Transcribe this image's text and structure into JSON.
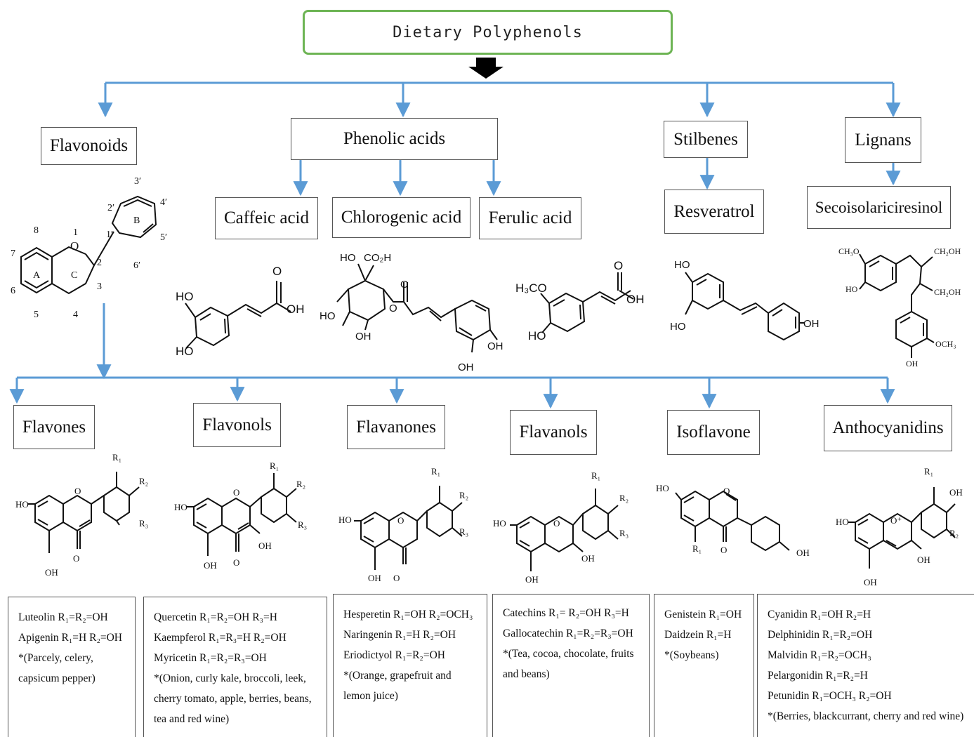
{
  "root": {
    "label": "Dietary Polyphenols"
  },
  "categories": {
    "flavonoids": "Flavonoids",
    "phenolic_acids": "Phenolic acids",
    "stilbenes": "Stilbenes",
    "lignans": "Lignans"
  },
  "compounds": {
    "caffeic": "Caffeic acid",
    "chlorogenic": "Chlorogenic acid",
    "ferulic": "Ferulic acid",
    "resveratrol": "Resveratrol",
    "secoisolariciresinol": "Secoisolariciresinol"
  },
  "flavonoid_subclasses": {
    "flavones": "Flavones",
    "flavonols": "Flavonols",
    "flavanones": "Flavanones",
    "flavanols": "Flavanols",
    "isoflavone": "Isoflavone",
    "anthocyanidins": "Anthocyanidins"
  },
  "structure_labels": {
    "flavonoid_core": {
      "ring_a": "A",
      "ring_b": "B",
      "ring_c": "C",
      "oxygen": "O",
      "pos_1": "1",
      "pos_2": "2",
      "pos_3": "3",
      "pos_4": "4",
      "pos_5": "5",
      "pos_6": "6",
      "pos_7": "7",
      "pos_8": "8",
      "pos_1p": "1′",
      "pos_2p": "2′",
      "pos_3p": "3′",
      "pos_4p": "4′",
      "pos_5p": "5′",
      "pos_6p": "6′"
    },
    "caffeic": {
      "ho_top": "HO",
      "ho_bottom": "HO",
      "o": "O",
      "oh": "OH"
    },
    "chlorogenic": {
      "ho": "HO",
      "co2h": "CO₂H",
      "ho_left": "HO",
      "oh_mid": "OH",
      "o": "O",
      "o_carbonyl": "O",
      "oh_right": "OH",
      "oh_bottom": "OH"
    },
    "ferulic": {
      "h3co": "H₃CO",
      "ho": "HO",
      "o": "O",
      "oh": "OH"
    },
    "resveratrol": {
      "ho_top": "HO",
      "ho_bottom": "HO",
      "oh": "OH"
    },
    "secoisolariciresinol": {
      "ch3o": "CH₃O",
      "ho": "HO",
      "ch2oh_1": "CH₂OH",
      "ch2oh_2": "CH₂OH",
      "och3": "OCH₃",
      "oh": "OH"
    },
    "flavone": {
      "ho": "HO",
      "oh": "OH",
      "o_ring": "O",
      "o_keto": "O",
      "r1": "R₁",
      "r2": "R₂",
      "r3": "R₃"
    },
    "flavonol": {
      "ho": "HO",
      "oh": "OH",
      "oh3": "OH",
      "o_ring": "O",
      "o_keto": "O",
      "r1": "R₁",
      "r2": "R₂",
      "r3": "R₃"
    },
    "flavanone": {
      "ho": "HO",
      "oh": "OH",
      "o_ring": "O",
      "o_keto": "O",
      "r1": "R₁",
      "r2": "R₂",
      "r3": "R₃"
    },
    "flavanol": {
      "ho": "HO",
      "oh": "OH",
      "oh3": "OH",
      "o_ring": "O",
      "r1": "R₁",
      "r2": "R₂",
      "r3": "R₃"
    },
    "isoflavone": {
      "ho": "HO",
      "o_ring": "O",
      "o_keto": "O",
      "oh": "OH",
      "r1": "R₁"
    },
    "anthocyanidin": {
      "ho": "HO",
      "oh": "OH",
      "oh3": "OH",
      "o_plus": "O⁺",
      "oh_b": "OH",
      "r1": "R₁",
      "r2": "R₂"
    }
  },
  "notes": {
    "flavones": [
      "Luteolin R₁=R₂=OH",
      "Apigenin R₁=H R₂=OH",
      "  *(Parcely, celery,",
      "capsicum pepper)"
    ],
    "flavonols": [
      "Quercetin R₁=R₂=OH R₃=H",
      "Kaempferol R₁=R₃=H R₂=OH",
      "Myricetin R₁=R₂=R₃=OH",
      "*(Onion, curly kale, broccoli, leek,",
      "cherry tomato, apple, berries, beans,",
      " tea and red wine)"
    ],
    "flavanones": [
      "Hesperetin R₁=OH R₂=OCH₃",
      "Naringenin R₁=H R₂=OH",
      "Eriodictyol R₁=R₂=OH",
      "*(Orange, grapefruit and",
      "lemon juice)"
    ],
    "flavanols": [
      "Catechins R₁= R₂=OH R₃=H",
      "Gallocatechin R₁=R₂=R₃=OH",
      "*(Tea, cocoa, chocolate, fruits",
      " and beans)"
    ],
    "isoflavone": [
      "Genistein R₁=OH",
      "Daidzein R₁=H",
      "*(Soybeans)"
    ],
    "anthocyanidins": [
      "Cyanidin R₁=OH R₂=H",
      "Delphinidin R₁=R₂=OH",
      "Malvidin R₁=R₂=OCH₃",
      "Pelargonidin R₁=R₂=H",
      "Petunidin R₁=OCH₃ R₂=OH",
      "*(Berries, blackcurrant, cherry and red wine)"
    ]
  },
  "colors": {
    "connector": "#5b9bd5",
    "root_border": "#6db454",
    "main_arrow": "#000000",
    "box_border": "#555555"
  }
}
